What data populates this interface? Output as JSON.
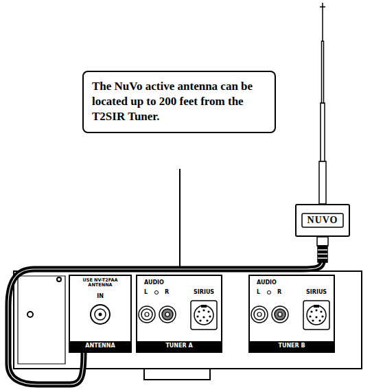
{
  "diagram": {
    "nodes": [
      {
        "text": [
          "The NuVo active antenna can be located up to 200 feet from the T2SIR Tuner."
        ]
      },
      {
        "text": [
          "NUVO"
        ]
      },
      {
        "text": [
          "USE NV-T2FAA ANTENNA",
          "IN",
          "ANTENNA"
        ]
      },
      {
        "text": [
          "AUDIO",
          "L",
          "R",
          "SIRIUS",
          "TUNER A"
        ]
      },
      {
        "text": [
          "AUDIO",
          "L",
          "R",
          "SIRIUS",
          "TUNER B"
        ]
      }
    ],
    "edges": [
      {
        "from": 1,
        "to": 2,
        "arrow": "none"
      }
    ]
  }
}
